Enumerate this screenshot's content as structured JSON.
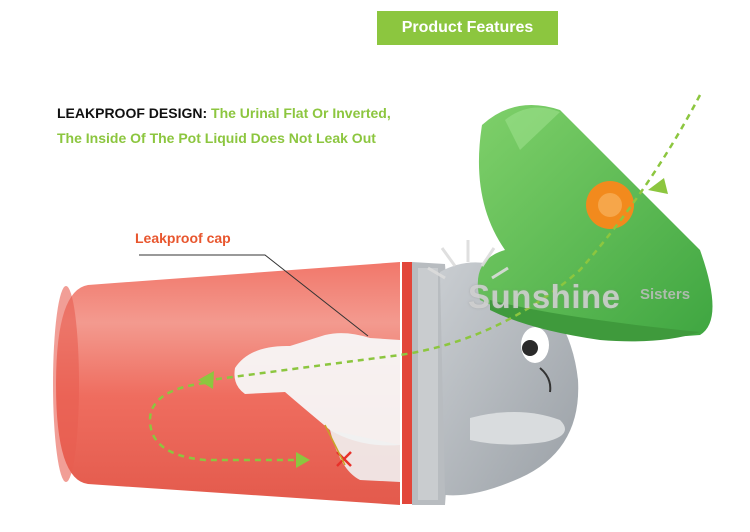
{
  "banner": {
    "label": "Product Features"
  },
  "headline": {
    "lead": "LEAKPROOF DESIGN:",
    "line1": " The Urinal Flat Or Inverted,",
    "line2": "The Inside Of The Pot Liquid Does Not Leak Out"
  },
  "callout": {
    "label": "Leakproof cap"
  },
  "watermark": {
    "brand": "Sunshine",
    "sub": "Sisters"
  },
  "colors": {
    "accent_green": "#8cc63f",
    "callout_orange": "#e8562e",
    "body_red": "#f06a5c",
    "head_grey": "#a9aeb3",
    "funnel_green": "#5cbf4f",
    "flower_orange": "#f28a1d"
  },
  "icons": [
    "leak-stop-x-icon",
    "flow-arrow-icon",
    "sun-rays-icon"
  ]
}
